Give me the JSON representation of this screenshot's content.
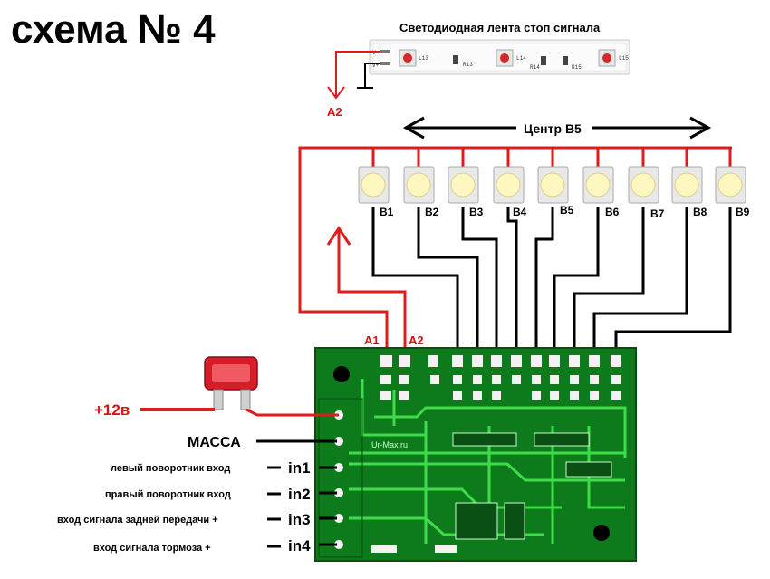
{
  "title": "схема № 4",
  "strip": {
    "title": "Светодиодная лента стоп сигнала",
    "labels": [
      "L13",
      "R13",
      "L14",
      "R14",
      "R15",
      "L15",
      "V−",
      "V+"
    ]
  },
  "center_label": "Центр B5",
  "leds": [
    "B1",
    "B2",
    "B3",
    "B4",
    "B5",
    "B6",
    "B7",
    "B8",
    "B9"
  ],
  "arrow_a2_label": "A2",
  "pin_a1": "A1",
  "pin_a2": "A2",
  "power_label": "+12в",
  "ground_label": "МАССА",
  "inputs": [
    {
      "desc": "левый поворотник вход",
      "pin": "in1"
    },
    {
      "desc": "правый поворотник вход",
      "pin": "in2"
    },
    {
      "desc": "вход сигнала задней передачи +",
      "pin": "in3"
    },
    {
      "desc": "вход сигнала тормоза +",
      "pin": "in4"
    }
  ],
  "pcb_label": "Ur-Max.ru",
  "colors": {
    "wire_red": "#e01b1b",
    "wire_black": "#000000",
    "pcb_green": "#0d7a1c",
    "trace_green": "#3fdc4a",
    "led_body": "#e8e8e8",
    "led_core": "#fff7c0"
  }
}
